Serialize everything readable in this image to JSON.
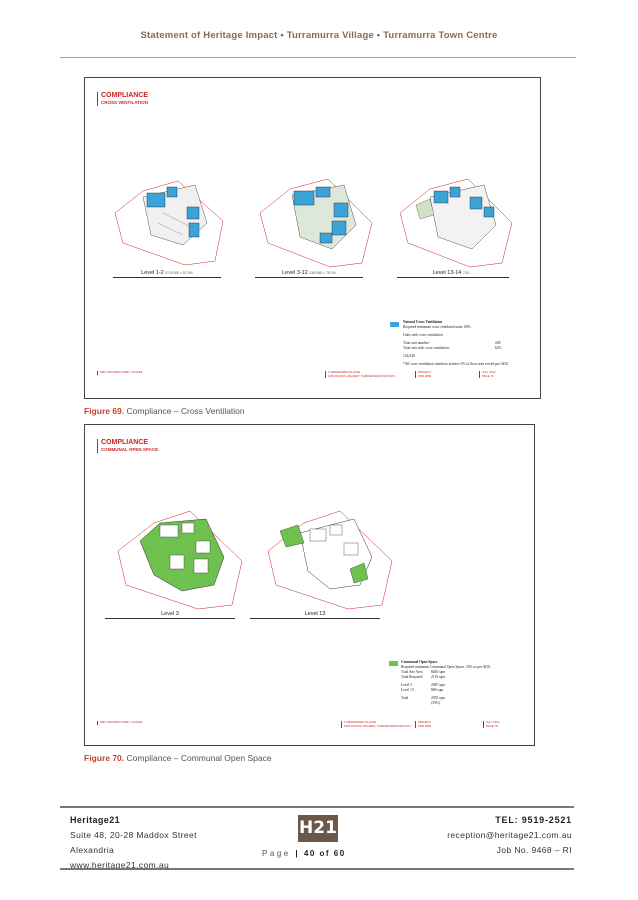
{
  "header": {
    "title": "Statement of Heritage Impact • Turramurra Village • Turramurra Town Centre"
  },
  "figure69": {
    "heading": "COMPLIANCE",
    "subheading": "CROSS VENTILATION",
    "levels": [
      {
        "label": "Level 1-2",
        "note": "57.0/100 = 57.0%"
      },
      {
        "label": "Level 3-12",
        "note": "139/185 = 75.1%"
      },
      {
        "label": "Level 13-14",
        "note": "7/11 ..."
      }
    ],
    "legend": {
      "title": "Natural Cross Ventilation",
      "lines": [
        "Required minimum cross ventilated units: 60%",
        "Units with cross ventilation",
        "Total unit number:",
        "Total unit with cross ventilation:"
      ],
      "values": [
        "248",
        "62%"
      ],
      "total": "154/248",
      "note": "*All cross ventilation windows achieve 5% of floor area served per ADG"
    },
    "footer": {
      "architect": "SMO ARCHITECTURE | TOOLES",
      "project": "TURRAMURRA VILLAGE",
      "address": "1260 PACIFIC HIGHWAY, TURRAMURRA NSW 2074",
      "p1": "PROJECT",
      "p2": "1600 0066",
      "d1": "JULY 2014",
      "d2": "PAGE 76"
    },
    "caption_label": "Figure 69.",
    "caption_text": " Compliance – Cross Ventilation"
  },
  "figure70": {
    "heading": "COMPLIANCE",
    "subheading": "COMMUNAL OPEN SPACE",
    "levels": [
      {
        "label": "Level 3"
      },
      {
        "label": "Level 13"
      }
    ],
    "legend": {
      "title": "Communal Open Space",
      "lines": [
        "Required minimum Communal Open Space: 25% as per ADG",
        "Total Site Area",
        "Total Required",
        "Level 3",
        "Level 13",
        "Total"
      ],
      "values": [
        "8465 sqm",
        "2116 sqm",
        "2087 sqm",
        "868 sqm",
        "2955 sqm",
        "(35%)"
      ]
    },
    "footer": {
      "architect": "SMO ARCHITECTURE | TOOLES",
      "project": "TURRAMURRA VILLAGE",
      "address": "1260 PACIFIC HIGHWAY, TURRAMURRA NSW 2074",
      "p1": "PROJECT",
      "p2": "1600 0066",
      "d1": "JULY 2014",
      "d2": "PAGE 78"
    },
    "caption_label": "Figure 70.",
    "caption_text": " Compliance – Communal Open Space"
  },
  "footer": {
    "company": "Heritage21",
    "address1": "Suite 48, 20-28 Maddox Street",
    "address2": "Alexandria",
    "website": "www.heritage21.com.au",
    "logo": "H21",
    "page_word": "Page",
    "page_sep": "|",
    "page_num": "40 of 60",
    "tel": "TEL: 9519-2521",
    "email": "reception@heritage21.com.au",
    "job": "Job No. 9468 – RI"
  },
  "colors": {
    "accent": "#c2452b",
    "ventilation_blue": "#3ba3d8",
    "open_space_green": "#6ec04f",
    "logo_brown": "#6b5848"
  }
}
